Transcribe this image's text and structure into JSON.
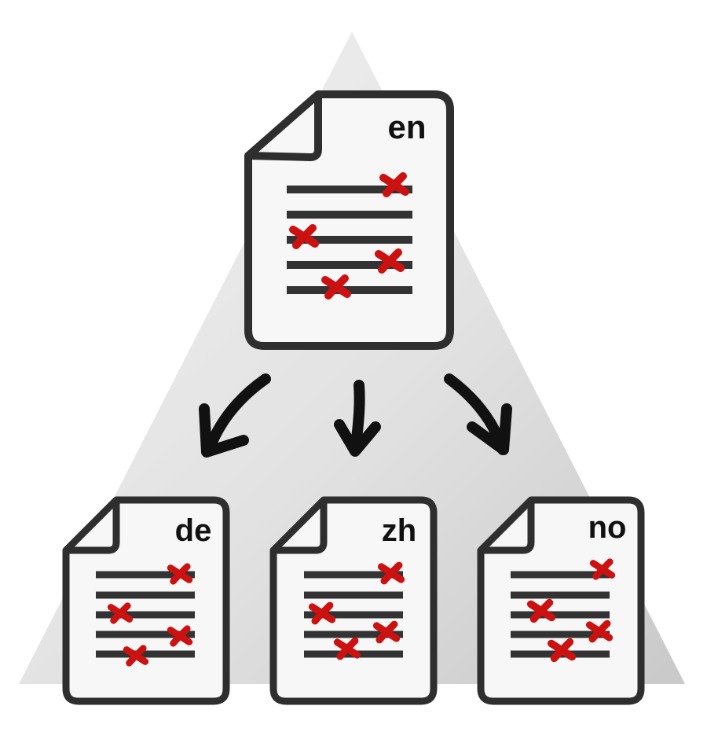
{
  "colors": {
    "background": "#ffffff",
    "triangle_light": "#ececec",
    "triangle_dark": "#cfcfcf",
    "doc_fill": "#f7f7f7",
    "outline": "#2e2e2e",
    "text_line": "#333333",
    "error_mark": "#cc1111",
    "arrow": "#111111"
  },
  "icons": {
    "document": "document-icon",
    "error_mark": "x-mark-icon",
    "arrow": "curved-arrow-icon"
  },
  "source_document": {
    "label": "en",
    "line_count": 5,
    "error_count": 4
  },
  "target_documents": [
    {
      "label": "de",
      "line_count": 5,
      "error_count": 4
    },
    {
      "label": "zh",
      "line_count": 5,
      "error_count": 4
    },
    {
      "label": "no",
      "line_count": 5,
      "error_count": 4
    }
  ]
}
